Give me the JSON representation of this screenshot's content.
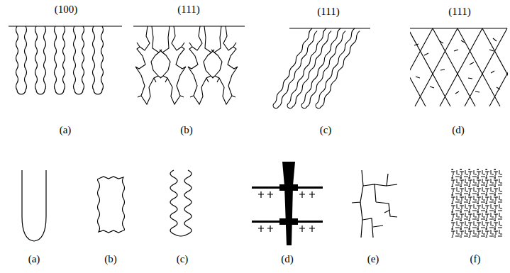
{
  "diagram": {
    "labels": [
      "(100)",
      "(111)",
      "(111)",
      "(111)",
      "(a)",
      "(b)",
      "(c)",
      "(d)",
      "(a)",
      "(b)",
      "(c)",
      "(d)",
      "(e)",
      "(f)"
    ]
  }
}
